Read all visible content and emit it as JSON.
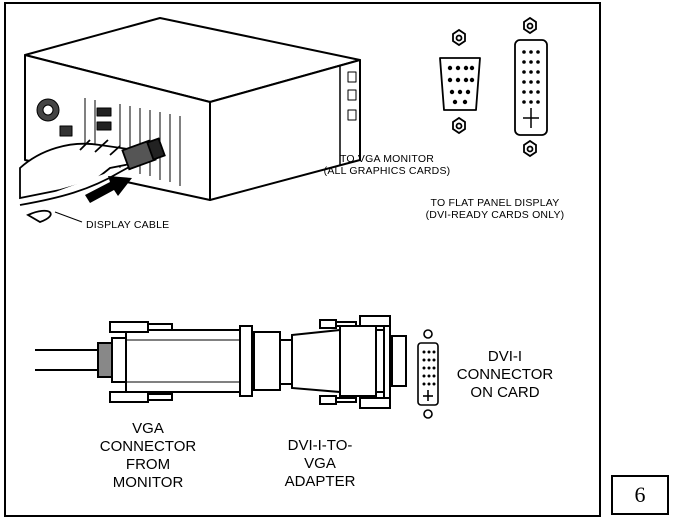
{
  "labels": {
    "display_cable": "DISPLAY CABLE",
    "vga_monitor": [
      "TO VGA MONITOR",
      "(ALL GRAPHICS CARDS)"
    ],
    "flat_panel": [
      "TO FLAT PANEL DISPLAY",
      "(DVI-READY CARDS ONLY)"
    ],
    "dvi_connector": [
      "DVI-I",
      "CONNECTOR",
      "ON CARD"
    ],
    "vga_connector": [
      "VGA",
      "CONNECTOR",
      "FROM",
      "MONITOR"
    ],
    "adapter": [
      "DVI-I-TO-",
      "VGA",
      "ADAPTER"
    ]
  },
  "page_number": "6"
}
